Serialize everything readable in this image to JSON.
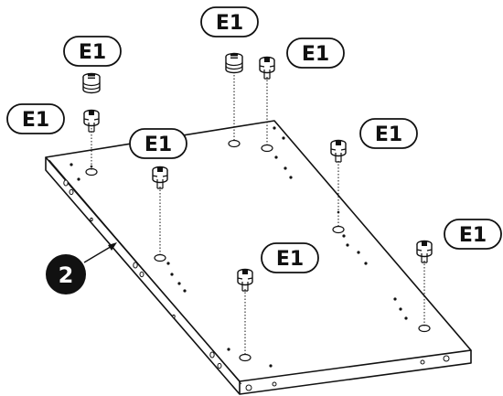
{
  "diagram": {
    "part_number": "2",
    "fitting_label": "E1",
    "callouts": [
      "E1",
      "E1",
      "E1",
      "E1",
      "E1",
      "E1",
      "E1",
      "E1"
    ],
    "stroke_color": "#111111",
    "paper_color": "#ffffff"
  }
}
